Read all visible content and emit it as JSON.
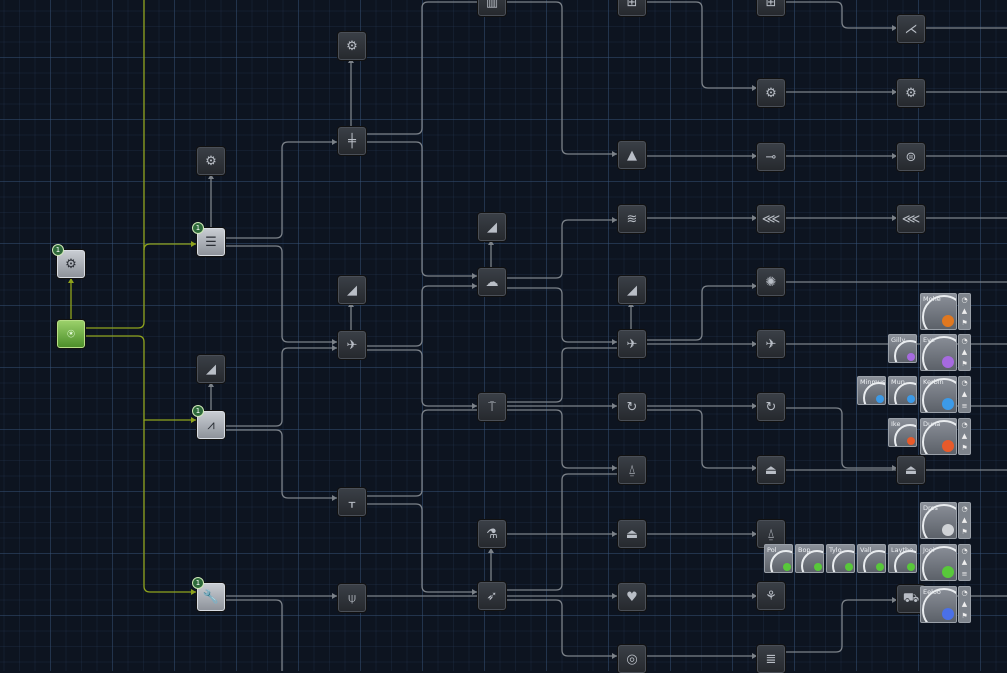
{
  "tech_tree": {
    "nodes": [
      {
        "id": "start",
        "icon": "rocket-pad-icon",
        "state": "researched",
        "badge": ""
      },
      {
        "id": "basic-rocketry",
        "icon": "fuel-tank-icon",
        "state": "researched",
        "badge": "1"
      },
      {
        "id": "engineering-101",
        "icon": "wrench-icon",
        "state": "researched",
        "badge": "1"
      },
      {
        "id": "basic-science",
        "icon": "science-icon",
        "state": "researched",
        "badge": "1"
      },
      {
        "id": "node-n1",
        "icon": "decoupler-icon",
        "state": "available",
        "badge": "1"
      },
      {
        "id": "node-n2",
        "icon": "fan-icon",
        "state": "available",
        "badge": "1"
      }
    ],
    "bodies": [
      {
        "name": "Mohe",
        "planet_color": "#e07820"
      },
      {
        "name": "Eve",
        "planet_color": "#a66ae0"
      },
      {
        "name": "Gilly",
        "planet_color": "#a66ae0"
      },
      {
        "name": "Kerbin",
        "planet_color": "#3c9ae8"
      },
      {
        "name": "Mun",
        "planet_color": "#3c9ae8"
      },
      {
        "name": "Minmus",
        "planet_color": "#3c9ae8"
      },
      {
        "name": "Duna",
        "planet_color": "#e85a2a"
      },
      {
        "name": "Ike",
        "planet_color": "#e85a2a"
      },
      {
        "name": "Dres",
        "planet_color": "#cfd2d6"
      },
      {
        "name": "Jool",
        "planet_color": "#58c83a"
      },
      {
        "name": "Laythe",
        "planet_color": "#58c83a"
      },
      {
        "name": "Vall",
        "planet_color": "#58c83a"
      },
      {
        "name": "Tylo",
        "planet_color": "#58c83a"
      },
      {
        "name": "Bop",
        "planet_color": "#58c83a"
      },
      {
        "name": "Pol",
        "planet_color": "#58c83a"
      },
      {
        "name": "Eeloo",
        "planet_color": "#4a70e8"
      }
    ]
  },
  "colors": {
    "link_active": "#8fa31c",
    "link_inactive": "#8a9097",
    "background": "#0d1420"
  }
}
